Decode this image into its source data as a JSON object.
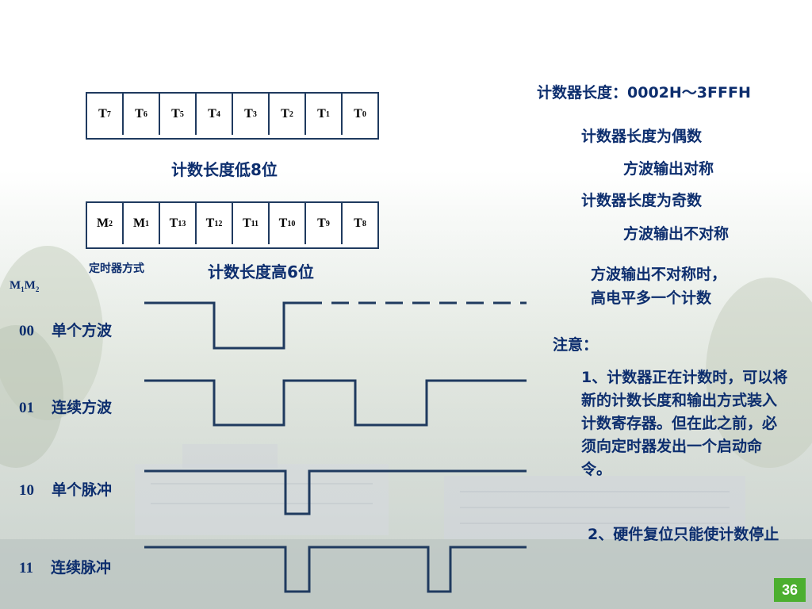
{
  "register_low": {
    "cells": [
      {
        "base": "T",
        "sub": "7"
      },
      {
        "base": "T",
        "sub": "6"
      },
      {
        "base": "T",
        "sub": "5"
      },
      {
        "base": "T",
        "sub": "4"
      },
      {
        "base": "T",
        "sub": "3"
      },
      {
        "base": "T",
        "sub": "2"
      },
      {
        "base": "T",
        "sub": "1"
      },
      {
        "base": "T",
        "sub": "0"
      }
    ],
    "caption": "计数长度低8位"
  },
  "register_high": {
    "cells": [
      {
        "base": "M",
        "sub": "2"
      },
      {
        "base": "M",
        "sub": "1"
      },
      {
        "base": "T",
        "sub": "13"
      },
      {
        "base": "T",
        "sub": "12"
      },
      {
        "base": "T",
        "sub": "11"
      },
      {
        "base": "T",
        "sub": "10"
      },
      {
        "base": "T",
        "sub": "9"
      },
      {
        "base": "T",
        "sub": "8"
      }
    ],
    "caption": "计数长度高6位",
    "mode_caption": "定时器方式"
  },
  "m1m2_label": {
    "m1": "M",
    "s1": "1",
    "m2": "M",
    "s2": "2"
  },
  "modes": [
    {
      "code": "00",
      "label": "单个方波"
    },
    {
      "code": "01",
      "label": "连续方波"
    },
    {
      "code": "10",
      "label": "单个脉冲"
    },
    {
      "code": "11",
      "label": "连续脉冲"
    }
  ],
  "right_panel": {
    "length_range": "计数器长度：0002H～3FFFH",
    "even": "计数器长度为偶数",
    "even_result": "方波输出对称",
    "odd": "计数器长度为奇数",
    "odd_result": "方波输出不对称",
    "asym_line1": "方波输出不对称时，",
    "asym_line2": "高电平多一个计数",
    "note_title": "注意：",
    "note1": "1、计数器正在计数时，可以将新的计数长度和输出方式装入计数寄存器。但在此之前，必须向定时器发出一个启动命令。",
    "note2": "2、硬件复位只能使计数停止"
  },
  "page_number": "36",
  "colors": {
    "text": "#0d2e6e",
    "wave": "#1f3a5f",
    "page_badge": "#4caf2f"
  }
}
